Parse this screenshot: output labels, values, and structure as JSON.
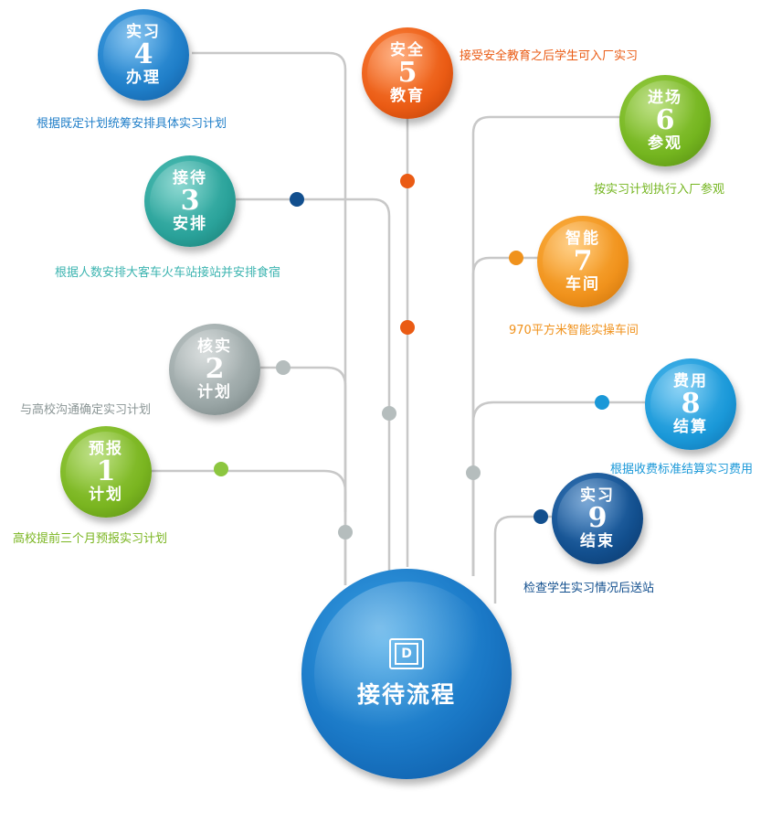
{
  "center": {
    "title": "接待流程",
    "logo_letter": "D",
    "color": "#1a78c6"
  },
  "steps": [
    {
      "num": "1",
      "top": "预报",
      "bottom": "计划",
      "desc": "高校提前三个月预报实习计划",
      "color": "#7ab520"
    },
    {
      "num": "2",
      "top": "核实",
      "bottom": "计划",
      "desc": "与高校沟通确定实习计划",
      "color": "#9aa6a6"
    },
    {
      "num": "3",
      "top": "接待",
      "bottom": "安排",
      "desc": "根据人数安排大客车火车站接站并安排食宿",
      "color": "#2aa29a"
    },
    {
      "num": "4",
      "top": "实习",
      "bottom": "办理",
      "desc": "根据既定计划统筹安排具体实习计划",
      "color": "#1f7ec8"
    },
    {
      "num": "5",
      "top": "安全",
      "bottom": "教育",
      "desc": "接受安全教育之后学生可入厂实习",
      "color": "#ea5b14"
    },
    {
      "num": "6",
      "top": "进场",
      "bottom": "参观",
      "desc": "按实习计划执行入厂参观",
      "color": "#74b51f"
    },
    {
      "num": "7",
      "top": "智能",
      "bottom": "车间",
      "desc": "970平方米智能实操车间",
      "color": "#f0921c"
    },
    {
      "num": "8",
      "top": "费用",
      "bottom": "结算",
      "desc": "根据收费标准结算实习费用",
      "color": "#1a98d8"
    },
    {
      "num": "9",
      "top": "实习",
      "bottom": "结束",
      "desc": "检查学生实习情况后送站",
      "color": "#124f8e"
    }
  ]
}
